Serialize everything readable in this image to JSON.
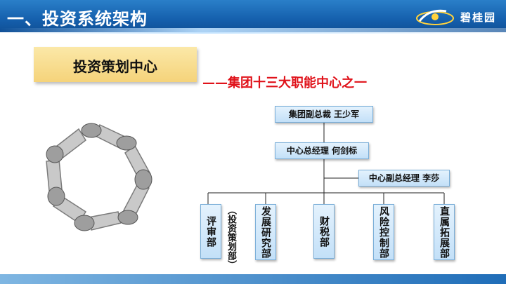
{
  "header": {
    "title": "一、投资系统架构",
    "brand_name": "碧桂园"
  },
  "center_box": {
    "label": "投资策划中心"
  },
  "subtitle": "——集团十三大职能中心之一",
  "org": {
    "vp": "集团副总裁 王少军",
    "gm": "中心总经理 何剑标",
    "deputy": "中心副总经理 李莎",
    "departments": [
      "评审部",
      "发展研究部",
      "财税部",
      "风险控制部",
      "直属拓展部"
    ],
    "review_note": "（投资策划部）"
  },
  "colors": {
    "header_blue": "#1560ad",
    "accent_red": "#e0121a",
    "box_yellow": "#f5d37a",
    "node_blue": "#c3e0f8"
  },
  "images": {
    "hands_photo": "hands-circle-teamwork-photo"
  }
}
